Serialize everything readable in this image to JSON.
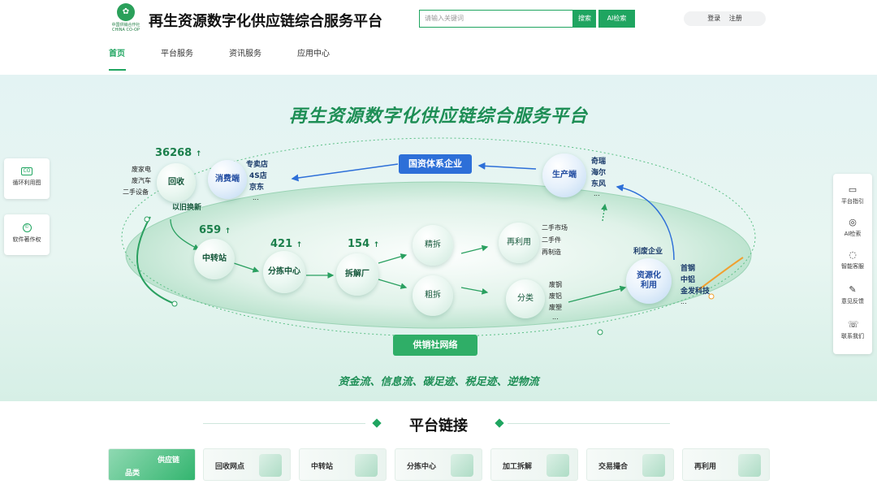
{
  "header": {
    "logo_text": "中国供销合作社 CHINA CO-OP",
    "title": "再生资源数字化供应链综合服务平台",
    "search_placeholder": "请输入关键词",
    "search_button": "搜索",
    "ai_button": "AI检索",
    "login": "登录",
    "register": "注册",
    "nav": [
      {
        "label": "首页"
      },
      {
        "label": "平台服务"
      },
      {
        "label": "资讯服务"
      },
      {
        "label": "应用中心"
      }
    ]
  },
  "hero": {
    "title": "再生资源数字化供应链综合服务平台",
    "bottom_text": "资金流、信息流、碳足迹、税足迹、逆物流",
    "top_pill": "国资体系企业",
    "bottom_pill": "供销社网络",
    "stats": {
      "recycle": "36268",
      "transfer": "659",
      "sorting": "421",
      "dismantle": "154"
    },
    "recycle_sources": [
      "废家电",
      "废汽车",
      "二手设备"
    ],
    "trade_in": "以旧换新",
    "consumer_channels": [
      "专卖店",
      "4S店",
      "京东",
      "..."
    ],
    "producers": [
      "奇瑞",
      "海尔",
      "东风",
      "..."
    ],
    "second_hand": [
      "二手市场",
      "二手件",
      "再制造"
    ],
    "scrap_types": [
      "废钢",
      "废铝",
      "废塑",
      "..."
    ],
    "utilization_label": "利废企业",
    "utilization_companies": [
      "首钢",
      "中铝",
      "金发科技",
      "..."
    ],
    "bubbles": {
      "recycle": "回收",
      "consumer": "消费端",
      "producer": "生产端",
      "transfer": "中转站",
      "sorting": "分拣中心",
      "dismantle": "拆解厂",
      "fine": "精拆",
      "rough": "粗拆",
      "reuse": "再利用",
      "classify": "分类",
      "resource": "资源化利用"
    }
  },
  "left_float": [
    {
      "label": "循环利用图",
      "icon": "co-icon"
    },
    {
      "label": "软件著作权",
      "icon": "copyright-icon"
    }
  ],
  "right_float": [
    {
      "label": "平台指引",
      "icon": "book-icon"
    },
    {
      "label": "AI检索",
      "icon": "ai-icon"
    },
    {
      "label": "智能客服",
      "icon": "chat-icon"
    },
    {
      "label": "意见反馈",
      "icon": "edit-icon"
    },
    {
      "label": "联系我们",
      "icon": "phone-icon"
    }
  ],
  "links": {
    "title": "平台链接",
    "cards": [
      {
        "label": "供应链",
        "sub": "品类"
      },
      {
        "label": "回收网点"
      },
      {
        "label": "中转站"
      },
      {
        "label": "分拣中心"
      },
      {
        "label": "加工拆解"
      },
      {
        "label": "交易撮合"
      },
      {
        "label": "再利用"
      }
    ]
  },
  "colors": {
    "primary": "#1fa560",
    "blue": "#2d6fd8",
    "orange": "#f0a030"
  }
}
